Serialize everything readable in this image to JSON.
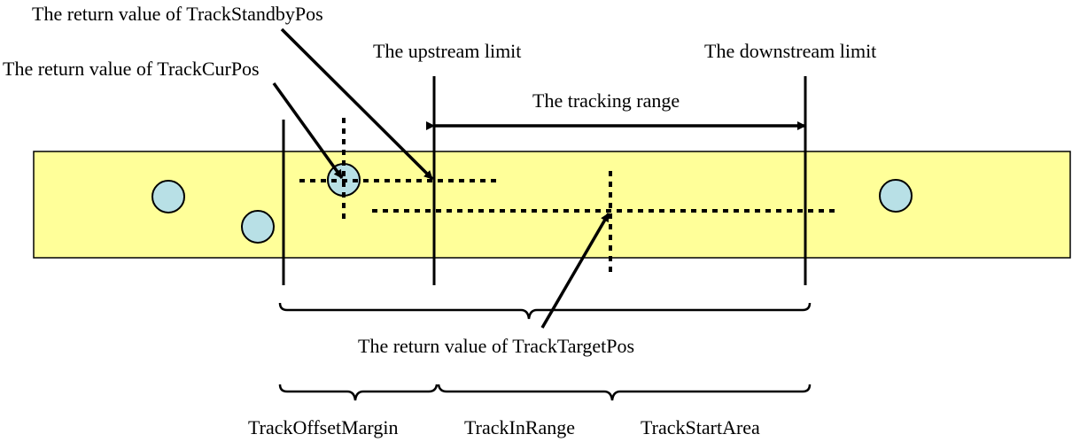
{
  "labels": {
    "standby_pos": "The return value of TrackStandbyPos",
    "cur_pos": "The return value of TrackCurPos",
    "upstream_limit": "The upstream limit",
    "downstream_limit": "The downstream limit",
    "tracking_range": "The tracking range",
    "target_pos": "The return value of TrackTargetPos",
    "offset_margin": "TrackOffsetMargin",
    "in_range": "TrackInRange",
    "start_area": "TrackStartArea"
  },
  "colors": {
    "conveyor_fill": "#ffff99",
    "workpiece_fill": "#b8e0e6",
    "stroke": "#000000"
  },
  "workpieces": [
    "workpiece-1",
    "workpiece-2",
    "workpiece-3-current",
    "workpiece-4"
  ]
}
